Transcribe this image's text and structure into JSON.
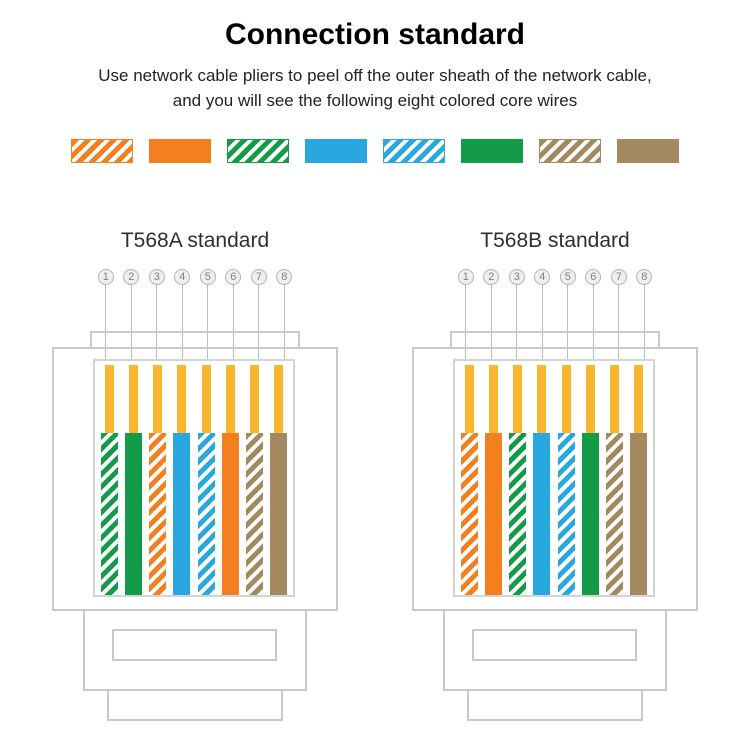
{
  "title": "Connection standard",
  "subtitle_line1": "Use network cable pliers to peel off the outer sheath of the network cable,",
  "subtitle_line2": "and you will see the following eight colored core wires",
  "colors": {
    "orange": "#F2801F",
    "green": "#149B48",
    "blue": "#29A8E0",
    "brown": "#A38960",
    "gold": "#F8B62D",
    "outline": "#C9C9C9"
  },
  "swatches": [
    {
      "name": "white-orange",
      "color": "orange",
      "striped": true
    },
    {
      "name": "orange",
      "color": "orange",
      "striped": false
    },
    {
      "name": "white-green",
      "color": "green",
      "striped": true
    },
    {
      "name": "blue",
      "color": "blue",
      "striped": false
    },
    {
      "name": "white-blue",
      "color": "blue",
      "striped": true
    },
    {
      "name": "green",
      "color": "green",
      "striped": false
    },
    {
      "name": "white-brown",
      "color": "brown",
      "striped": true
    },
    {
      "name": "brown",
      "color": "brown",
      "striped": false
    }
  ],
  "connectors": [
    {
      "label": "T568A standard",
      "pins": [
        "1",
        "2",
        "3",
        "4",
        "5",
        "6",
        "7",
        "8"
      ],
      "wires": [
        {
          "color": "green",
          "striped": true
        },
        {
          "color": "green",
          "striped": false
        },
        {
          "color": "orange",
          "striped": true
        },
        {
          "color": "blue",
          "striped": false
        },
        {
          "color": "blue",
          "striped": true
        },
        {
          "color": "orange",
          "striped": false
        },
        {
          "color": "brown",
          "striped": true
        },
        {
          "color": "brown",
          "striped": false
        }
      ]
    },
    {
      "label": "T568B standard",
      "pins": [
        "1",
        "2",
        "3",
        "4",
        "5",
        "6",
        "7",
        "8"
      ],
      "wires": [
        {
          "color": "orange",
          "striped": true
        },
        {
          "color": "orange",
          "striped": false
        },
        {
          "color": "green",
          "striped": true
        },
        {
          "color": "blue",
          "striped": false
        },
        {
          "color": "blue",
          "striped": true
        },
        {
          "color": "green",
          "striped": false
        },
        {
          "color": "brown",
          "striped": true
        },
        {
          "color": "brown",
          "striped": false
        }
      ]
    }
  ]
}
